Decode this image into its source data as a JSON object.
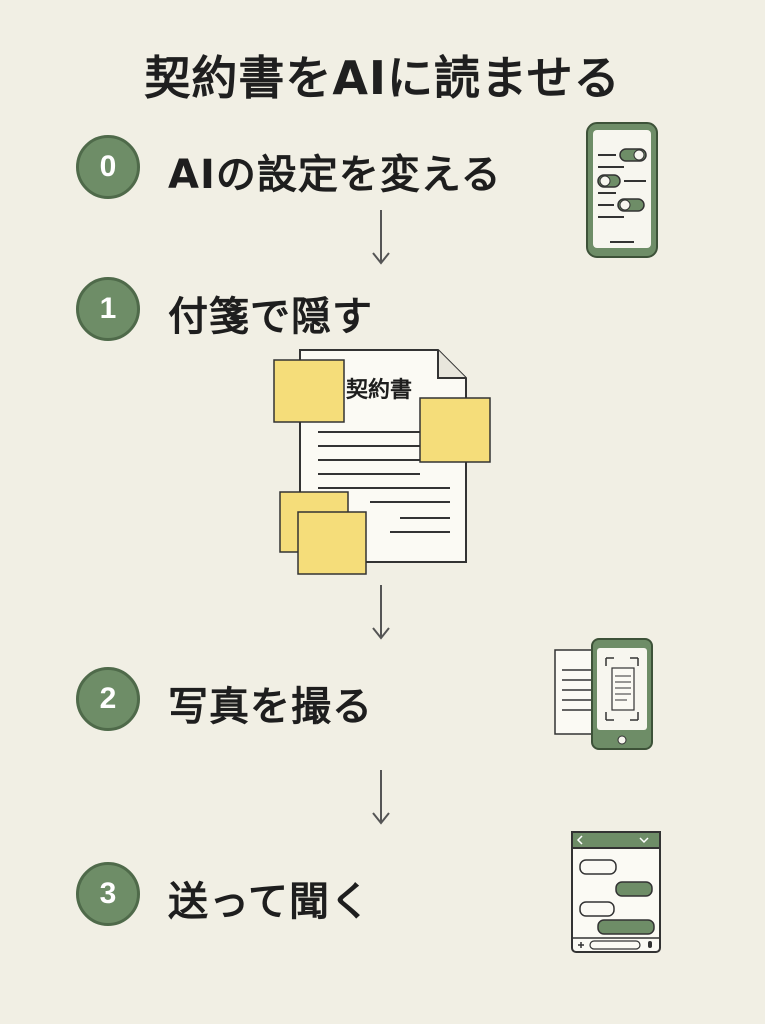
{
  "title": "契約書をAIに読ませる",
  "steps": [
    {
      "number": "0",
      "label": "AIの設定を変える",
      "icon": "phone-settings-icon"
    },
    {
      "number": "1",
      "label": "付箋で隠す",
      "icon": "document-sticky-notes-icon"
    },
    {
      "number": "2",
      "label": "写真を撮る",
      "icon": "phone-camera-document-icon"
    },
    {
      "number": "3",
      "label": "送って聞く",
      "icon": "chat-app-icon"
    }
  ],
  "document": {
    "title": "契約書"
  },
  "colors": {
    "background": "#f1efe4",
    "accent_green": "#6e8d67",
    "sticky_note": "#f5dd7a",
    "text": "#1e1e1e"
  }
}
